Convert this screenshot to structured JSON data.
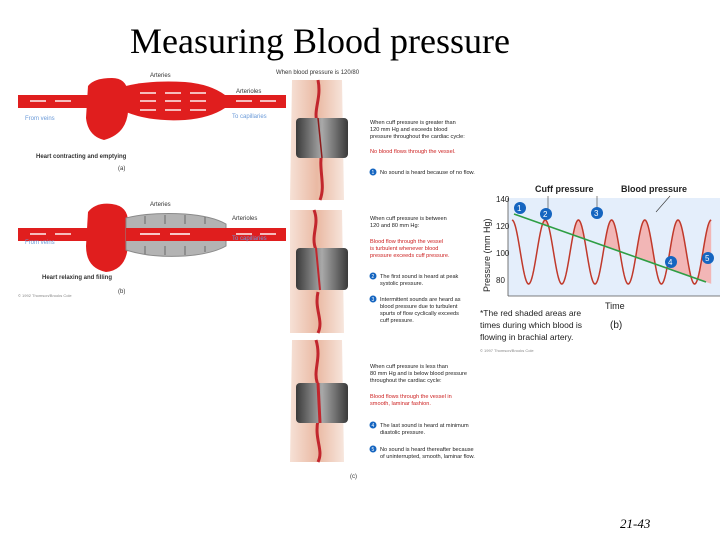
{
  "slide": {
    "title": "Measuring Blood pressure",
    "number": "21-43"
  },
  "panel_a": {
    "top_label": "When blood pressure is 120/80",
    "arteries": "Arteries",
    "arterioles": "Arterioles",
    "from_veins": "From veins",
    "to_capillaries": "To capillaries",
    "caption": "Heart contracting and emptying",
    "letter": "(a)"
  },
  "panel_b": {
    "arteries": "Arteries",
    "arterioles": "Arterioles",
    "from_veins": "From veins",
    "to_capillaries": "To capillaries",
    "caption": "Heart relaxing and filling",
    "letter": "(b)",
    "copyright": "© 1992 Thomson/Brooks Cole"
  },
  "cuff_descriptions": {
    "top": {
      "lines": [
        "When cuff pressure is greater than",
        "120 mm Hg and exceeds blood",
        "pressure throughout the cardiac cycle:"
      ],
      "red": [
        "No blood flows through the vessel."
      ],
      "step1": "No sound is heard because of no flow."
    },
    "middle": {
      "lines": [
        "When cuff pressure is between",
        "120 and 80 mm Hg:"
      ],
      "red": [
        "Blood flow through the vessel",
        "is turbulent whenever blood",
        "pressure exceeds cuff pressure."
      ],
      "step2": [
        "The first sound is heard at peak",
        "systolic pressure."
      ],
      "step3": [
        "Intermittent sounds are heard as",
        "blood pressure due to turbulent",
        "spurts of flow cyclically exceeds",
        "cuff pressure."
      ]
    },
    "bottom": {
      "lines": [
        "When cuff pressure is less than",
        "80 mm Hg and is below blood pressure",
        "throughout the cardiac cycle:"
      ],
      "red": [
        "Blood flows through the vessel in",
        "smooth, laminar fashion."
      ],
      "step4": [
        "The last sound is heard at minimum",
        "diastolic pressure."
      ],
      "step5": [
        "No sound is heard thereafter because",
        "of uninterrupted, smooth, laminar flow."
      ]
    },
    "letter": "(c)"
  },
  "graph": {
    "cuff_label": "Cuff pressure",
    "blood_label": "Blood pressure",
    "ylabel": "Pressure (mm Hg)",
    "xlabel": "Time",
    "yticks": [
      "140",
      "120",
      "100",
      "80"
    ],
    "markers": [
      "1",
      "2",
      "3",
      "4",
      "5"
    ],
    "note": [
      "*The red shaded areas are",
      "times during which blood is",
      "flowing in brachial artery."
    ],
    "letter": "(b)",
    "copyright": "© 1997 Thomson/Brooks Cole",
    "colors": {
      "blood": "#c0392b",
      "cuff": "#2e9e44",
      "shade": "#f2b6b6",
      "marker": "#1565c0"
    }
  }
}
